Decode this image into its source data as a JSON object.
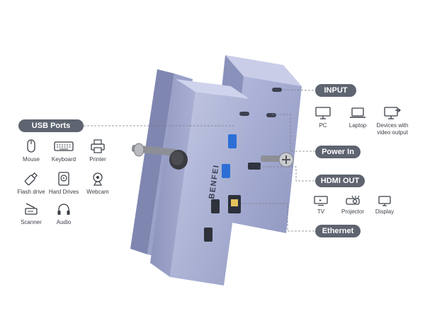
{
  "brand": "BENFEI",
  "colors": {
    "pill_bg": "#5e6470",
    "pill_text": "#ffffff",
    "hub_body": "#a8aed6",
    "port_blue": "#2b6fd6"
  },
  "usb_ports": {
    "title": "USB Ports",
    "devices": [
      {
        "label": "Mouse",
        "icon": "mouse-icon"
      },
      {
        "label": "Keyboard",
        "icon": "keyboard-icon"
      },
      {
        "label": "Printer",
        "icon": "printer-icon"
      },
      {
        "label": "Flash drive",
        "icon": "flash-drive-icon"
      },
      {
        "label": "Hard Drives",
        "icon": "hard-drive-icon"
      },
      {
        "label": "Webcam",
        "icon": "webcam-icon"
      },
      {
        "label": "Scanner",
        "icon": "scanner-icon"
      },
      {
        "label": "Audio",
        "icon": "headphones-icon"
      }
    ]
  },
  "input": {
    "title": "INPUT",
    "devices": [
      {
        "label": "PC",
        "icon": "monitor-icon"
      },
      {
        "label": "Laptop",
        "icon": "laptop-icon"
      },
      {
        "label": "Devices with video output",
        "icon": "video-output-icon"
      }
    ]
  },
  "power_in": {
    "title": "Power In"
  },
  "hdmi_out": {
    "title": "HDMI OUT",
    "devices": [
      {
        "label": "TV",
        "icon": "tv-icon"
      },
      {
        "label": "Projector",
        "icon": "projector-icon"
      },
      {
        "label": "Display",
        "icon": "display-icon"
      }
    ]
  },
  "ethernet": {
    "title": "Ethernet"
  }
}
